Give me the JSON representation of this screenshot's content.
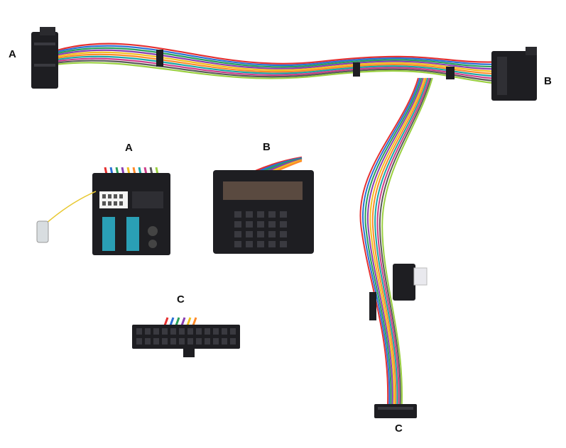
{
  "labels": {
    "harness_a": "A",
    "harness_b": "B",
    "harness_c": "C",
    "detail_a": "A",
    "detail_b": "B",
    "detail_c": "C"
  },
  "wire_colors": [
    "#e53030",
    "#2a6fd6",
    "#2aa05a",
    "#8a3fb0",
    "#f0c020",
    "#ff8a2a",
    "#1aa7a7",
    "#cc3f8a",
    "#5a5a5a",
    "#9ad040"
  ],
  "connector_color": "#1e1e22",
  "accent_teal": "#2a9fb5"
}
